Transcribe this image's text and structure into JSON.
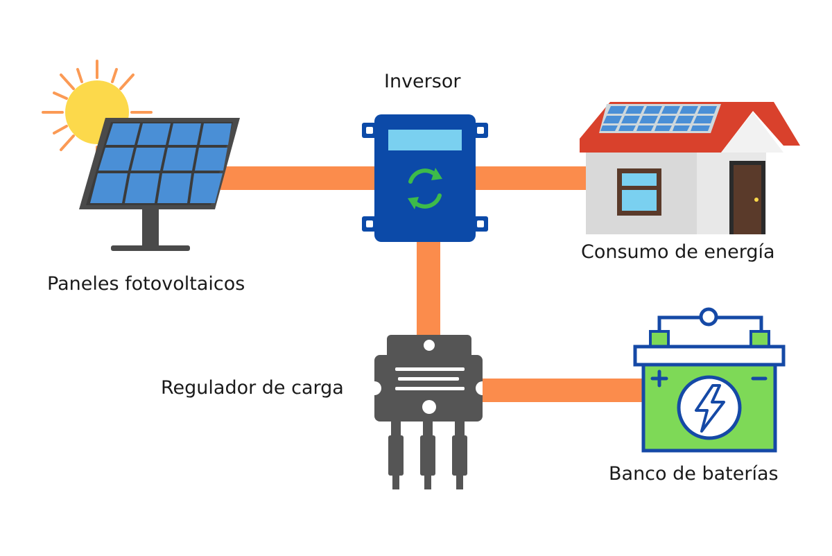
{
  "labels": {
    "inverter": "Inversor",
    "solar_panels": "Paneles fotovoltaicos",
    "energy_consumption": "Consumo de energía",
    "charge_regulator": "Regulador de carga",
    "battery_bank": "Banco de baterías"
  },
  "colors": {
    "cable": "#fb8c4c",
    "panel_cell": "#4a8fd6",
    "panel_frame": "#4a4a4a",
    "sun": "#fcd94b",
    "sun_rays": "#fb9a55",
    "inverter_body": "#0c4aa8",
    "inverter_screen": "#7ad0f0",
    "inverter_symbol": "#3dbb4a",
    "roof": "#d9412c",
    "wall": "#d9d9d9",
    "door": "#5a3a2a",
    "regulator_body": "#555555",
    "battery_body": "#7ed957",
    "battery_outline": "#1549a6"
  },
  "icons": [
    "sun-icon",
    "solar-panel-icon",
    "inverter-icon",
    "house-icon",
    "charge-regulator-icon",
    "battery-icon",
    "lightning-bolt-icon",
    "refresh-arrows-icon"
  ]
}
